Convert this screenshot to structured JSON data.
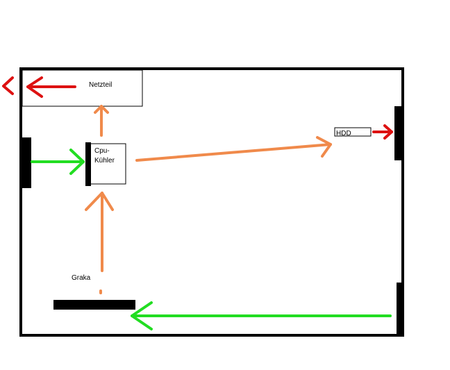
{
  "labels": {
    "psu": "Netzteil",
    "cpu_line1": "Cpu-",
    "cpu_line2": "Kühler",
    "hdd": "HDD",
    "gpu": "Graka"
  },
  "colors": {
    "intake": "#22dd22",
    "exhaust": "#dd1111",
    "internal": "#f08a4b",
    "case": "#000000"
  }
}
